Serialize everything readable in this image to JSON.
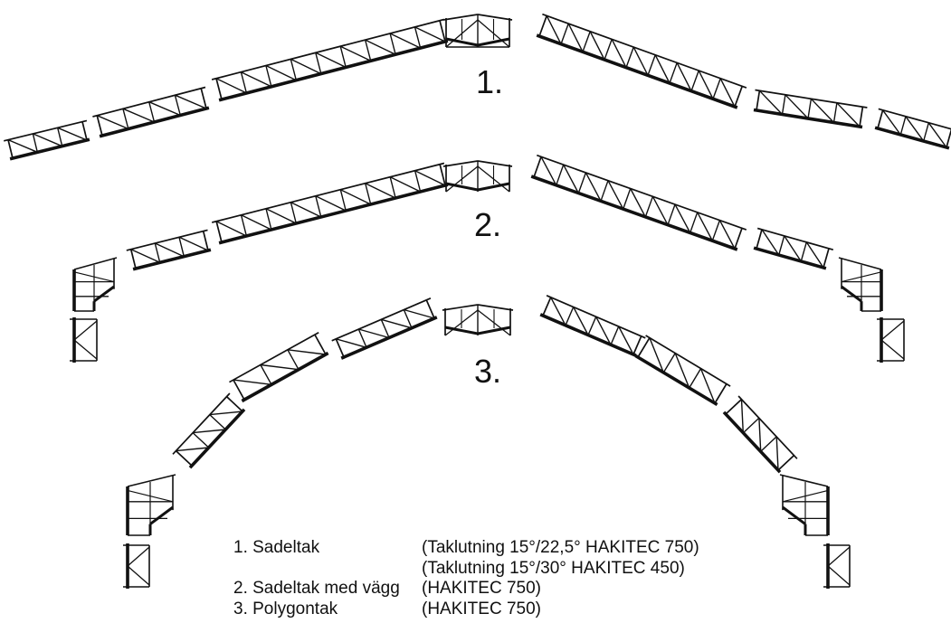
{
  "labels": {
    "roof1": "1.",
    "roof2": "2.",
    "roof3": "3."
  },
  "legend": [
    {
      "name": "1. Sadeltak",
      "desc": "(Taklutning 15°/22,5° HAKITEC 750)"
    },
    {
      "name": "",
      "desc": "(Taklutning 15°/30° HAKITEC 450)"
    },
    {
      "name": "2. Sadeltak med vägg",
      "desc": "(HAKITEC 750)"
    },
    {
      "name": "3. Polygontak",
      "desc": "(HAKITEC 750)"
    }
  ],
  "colors": {
    "line": "#111111",
    "background": "#ffffff"
  }
}
